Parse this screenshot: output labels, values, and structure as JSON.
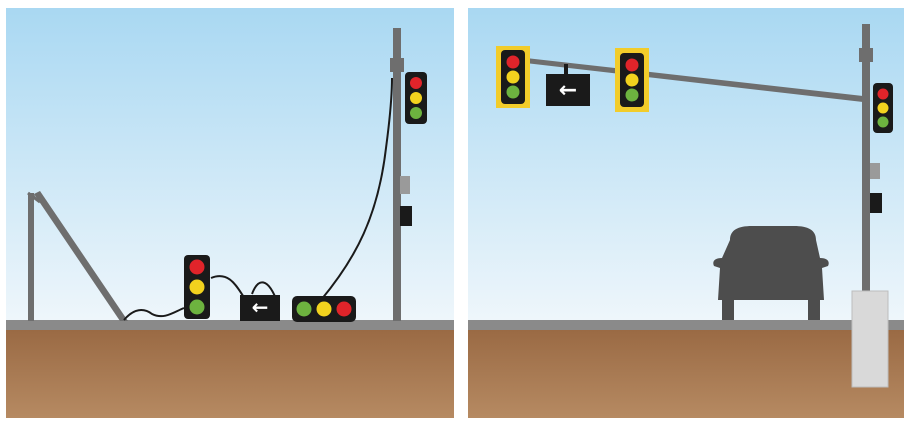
{
  "colors": {
    "sky_top": "#a9d8f2",
    "sky_bottom": "#eef6fb",
    "road": "#8a8a8a",
    "dirt_top": "#9a6a44",
    "dirt_bottom": "#b68a62",
    "pole": "#6e6e6e",
    "signal_red": "#e0242a",
    "signal_yellow": "#f2d21e",
    "signal_green": "#6db33f",
    "signal_housing": "#1a1a1a",
    "backplate": "#f2cc2a",
    "vehicle": "#4d4d4d",
    "foundation": "#d9d9d9"
  },
  "panels": [
    {
      "name": "left",
      "icons": [
        "fallen-pole",
        "dangling-cable",
        "knocked-down-signal-head",
        "left-arrow-sign",
        "standing-pole",
        "pole-mounted-signal"
      ]
    },
    {
      "name": "right",
      "icons": [
        "mast-arm",
        "backplate-signal-head",
        "left-arrow-sign",
        "pole-mounted-signal",
        "car-silhouette",
        "concrete-foundation"
      ]
    }
  ],
  "signs": {
    "left_arrow": "←"
  }
}
